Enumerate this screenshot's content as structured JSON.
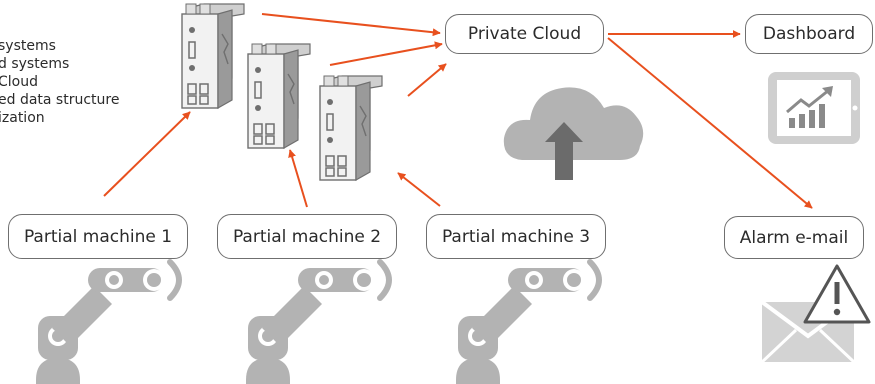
{
  "side_list": [
    "systems",
    "d systems",
    "Cloud",
    "ed data structure",
    "ization"
  ],
  "nodes": {
    "private_cloud": "Private Cloud",
    "dashboard": "Dashboard",
    "alarm_email": "Alarm e-mail",
    "partial_machine_1": "Partial machine 1",
    "partial_machine_2": "Partial machine 2",
    "partial_machine_3": "Partial machine 3"
  },
  "icons": [
    "iot-gateway-icon",
    "cloud-upload-icon",
    "tablet-chart-icon",
    "envelope-icon",
    "warning-icon",
    "robot-arm-icon"
  ],
  "colors": {
    "arrow": "#e8501e",
    "node_border": "#6f6f6f",
    "icon_gray": "#a6a6a6",
    "cloud_gray": "#b3b3b3",
    "text": "#2b2b2b"
  }
}
